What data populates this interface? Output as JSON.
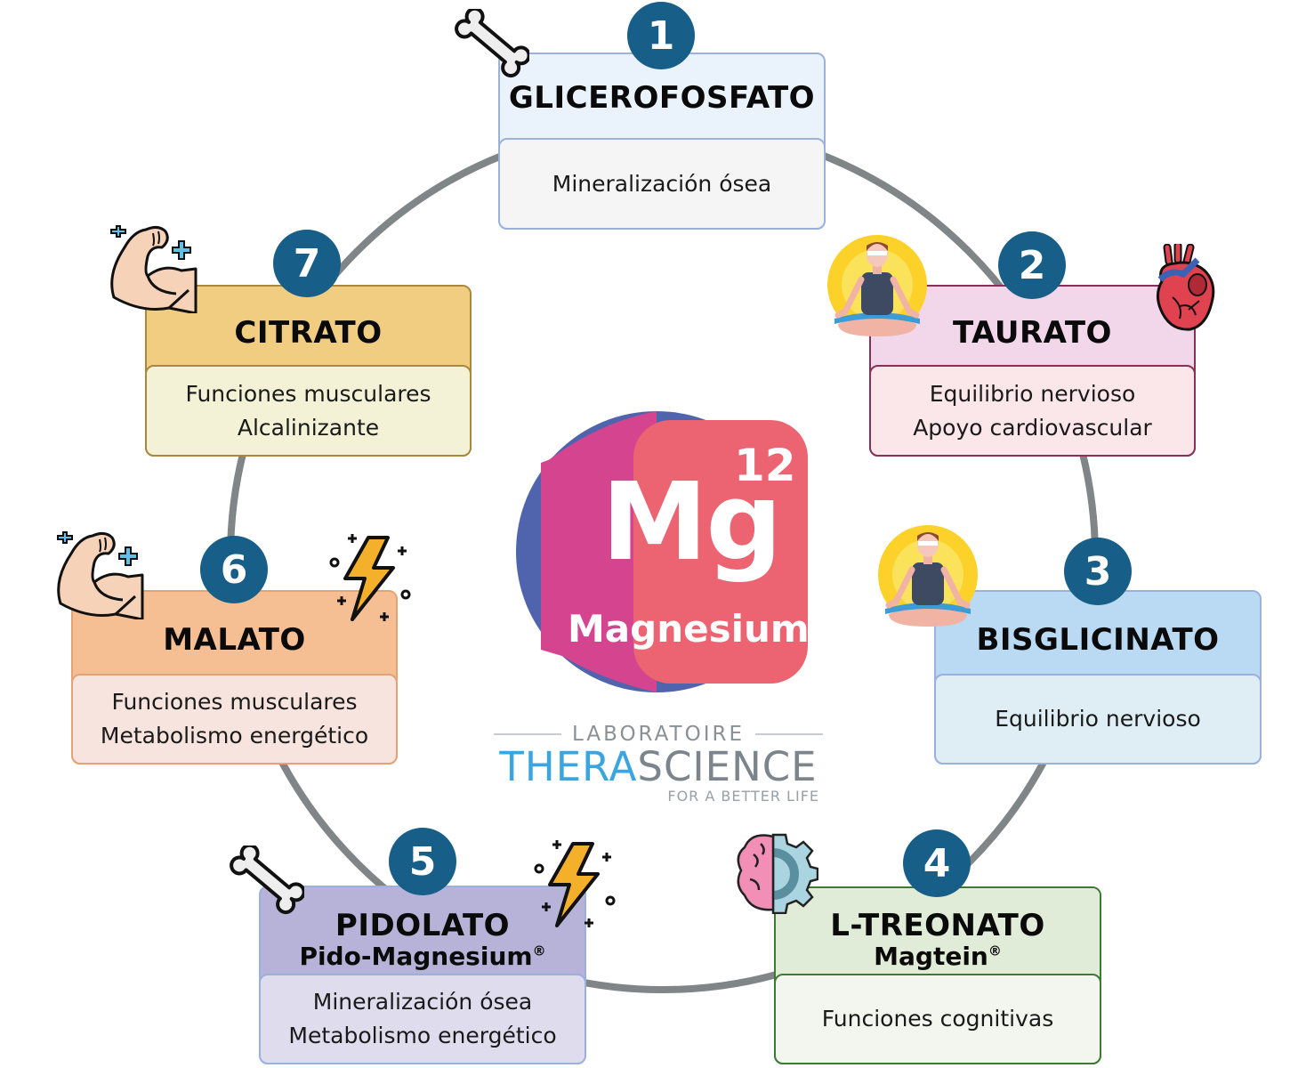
{
  "center": {
    "element_symbol": "Mg",
    "atomic_number": "12",
    "element_name": "Magnesium",
    "colors": {
      "circle": "#4f64ad",
      "pink": "#d4448f",
      "coral": "#ec6472"
    }
  },
  "lab_logo": {
    "top": "LABORATOIRE",
    "name_part1": "THERA",
    "name_part2": "SCIENCE",
    "tagline": "FOR A BETTER LIFE"
  },
  "ring_color": "#808587",
  "badge_color": "#175e88",
  "forms": [
    {
      "number": "1",
      "title": "GLICEROFOSFATO",
      "brand": "",
      "benefits": [
        "Mineralización ósea"
      ],
      "icons": [
        "bone-icon"
      ],
      "colors": {
        "header": "#eaf2fb",
        "body": "#f5f5f5",
        "border": "#9ab0dd"
      }
    },
    {
      "number": "2",
      "title": "TAURATO",
      "brand": "",
      "benefits": [
        "Equilibrio nervioso",
        "Apoyo cardiovascular"
      ],
      "icons": [
        "meditation-icon",
        "heart-icon"
      ],
      "colors": {
        "header": "#f2d6e9",
        "body": "#fbe6ea",
        "border": "#8b2f56"
      }
    },
    {
      "number": "3",
      "title": "BISGLICINATO",
      "brand": "",
      "benefits": [
        "Equilibrio nervioso"
      ],
      "icons": [
        "meditation-icon"
      ],
      "colors": {
        "header": "#badaf3",
        "body": "#dfeef5",
        "border": "#9ab0dd"
      }
    },
    {
      "number": "4",
      "title": "L-TREONATO",
      "brand": "Magtein",
      "benefits": [
        "Funciones cognitivas"
      ],
      "icons": [
        "brain-gear-icon"
      ],
      "colors": {
        "header": "#e0ecd7",
        "body": "#f3f6ef",
        "border": "#3e7a34"
      }
    },
    {
      "number": "5",
      "title": "PIDOLATO",
      "brand": "Pido-Magnesium",
      "benefits": [
        "Mineralización ósea",
        "Metabolismo energético"
      ],
      "icons": [
        "bone-icon",
        "lightning-icon"
      ],
      "colors": {
        "header": "#b7b3d8",
        "body": "#dfdcee",
        "border": "#9ab0dd"
      }
    },
    {
      "number": "6",
      "title": "MALATO",
      "brand": "",
      "benefits": [
        "Funciones musculares",
        "Metabolismo energético"
      ],
      "icons": [
        "muscle-icon",
        "lightning-icon"
      ],
      "colors": {
        "header": "#f5be93",
        "body": "#f8e4df",
        "border": "#e6a273"
      }
    },
    {
      "number": "7",
      "title": "CITRATO",
      "brand": "",
      "benefits": [
        "Funciones musculares",
        "Alcalinizante"
      ],
      "icons": [
        "muscle-icon"
      ],
      "colors": {
        "header": "#f0cd80",
        "body": "#f4f2d6",
        "border": "#a9873d"
      }
    }
  ],
  "registered_mark": "®"
}
